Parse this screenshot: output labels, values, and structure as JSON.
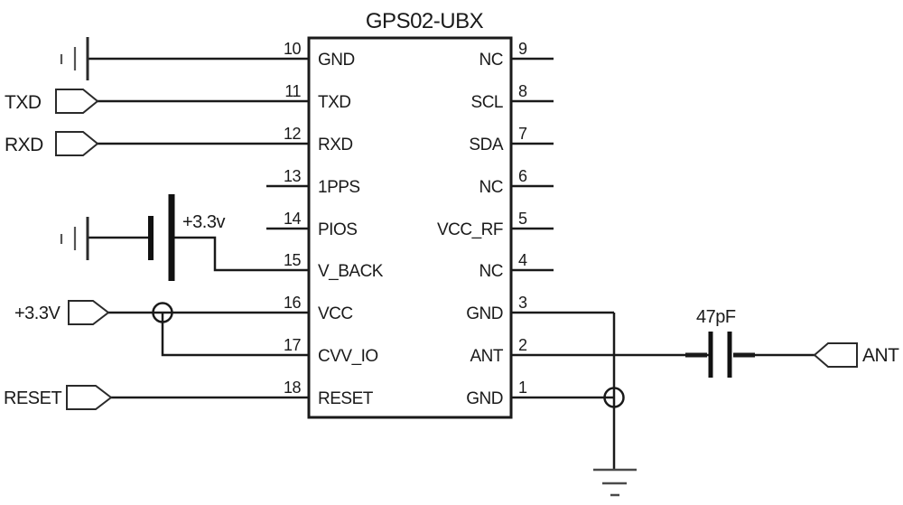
{
  "diagram": {
    "title": "GPS02-UBX",
    "chip": {
      "left_pins": [
        {
          "number": "10",
          "name": "GND"
        },
        {
          "number": "11",
          "name": "TXD"
        },
        {
          "number": "12",
          "name": "RXD"
        },
        {
          "number": "13",
          "name": "1PPS"
        },
        {
          "number": "14",
          "name": "PIOS"
        },
        {
          "number": "15",
          "name": "V_BACK"
        },
        {
          "number": "16",
          "name": "VCC"
        },
        {
          "number": "17",
          "name": "CVV_IO"
        },
        {
          "number": "18",
          "name": "RESET"
        }
      ],
      "right_pins": [
        {
          "number": "9",
          "name": "NC"
        },
        {
          "number": "8",
          "name": "SCL"
        },
        {
          "number": "7",
          "name": "SDA"
        },
        {
          "number": "6",
          "name": "NC"
        },
        {
          "number": "5",
          "name": "VCC_RF"
        },
        {
          "number": "4",
          "name": "NC"
        },
        {
          "number": "3",
          "name": "GND"
        },
        {
          "number": "2",
          "name": "ANT"
        },
        {
          "number": "1",
          "name": "GND"
        }
      ]
    },
    "connectors": {
      "txd": "TXD",
      "rxd": "RXD",
      "vcc": "+3.3V",
      "reset": "RESET",
      "ant": "ANT"
    },
    "labels": {
      "battery_voltage": "+3.3v",
      "capacitor_value": "47pF"
    },
    "colors": {
      "line": "#1a1a1a",
      "ground": "#4a4a4a",
      "background": "#ffffff"
    }
  }
}
